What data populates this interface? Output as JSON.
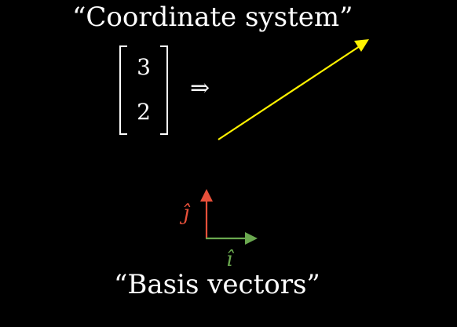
{
  "captions": {
    "top": "“Coordinate system”",
    "bottom": "“Basis vectors”"
  },
  "coordinates": {
    "x": "3",
    "y": "2"
  },
  "symbols": {
    "implies": "⇒",
    "i_hat": "î",
    "j_hat": "ĵ"
  },
  "colors": {
    "background": "#000000",
    "text": "#ffffff",
    "vector": "#fff200",
    "i_hat": "#6aa84f",
    "j_hat": "#e8503a"
  }
}
